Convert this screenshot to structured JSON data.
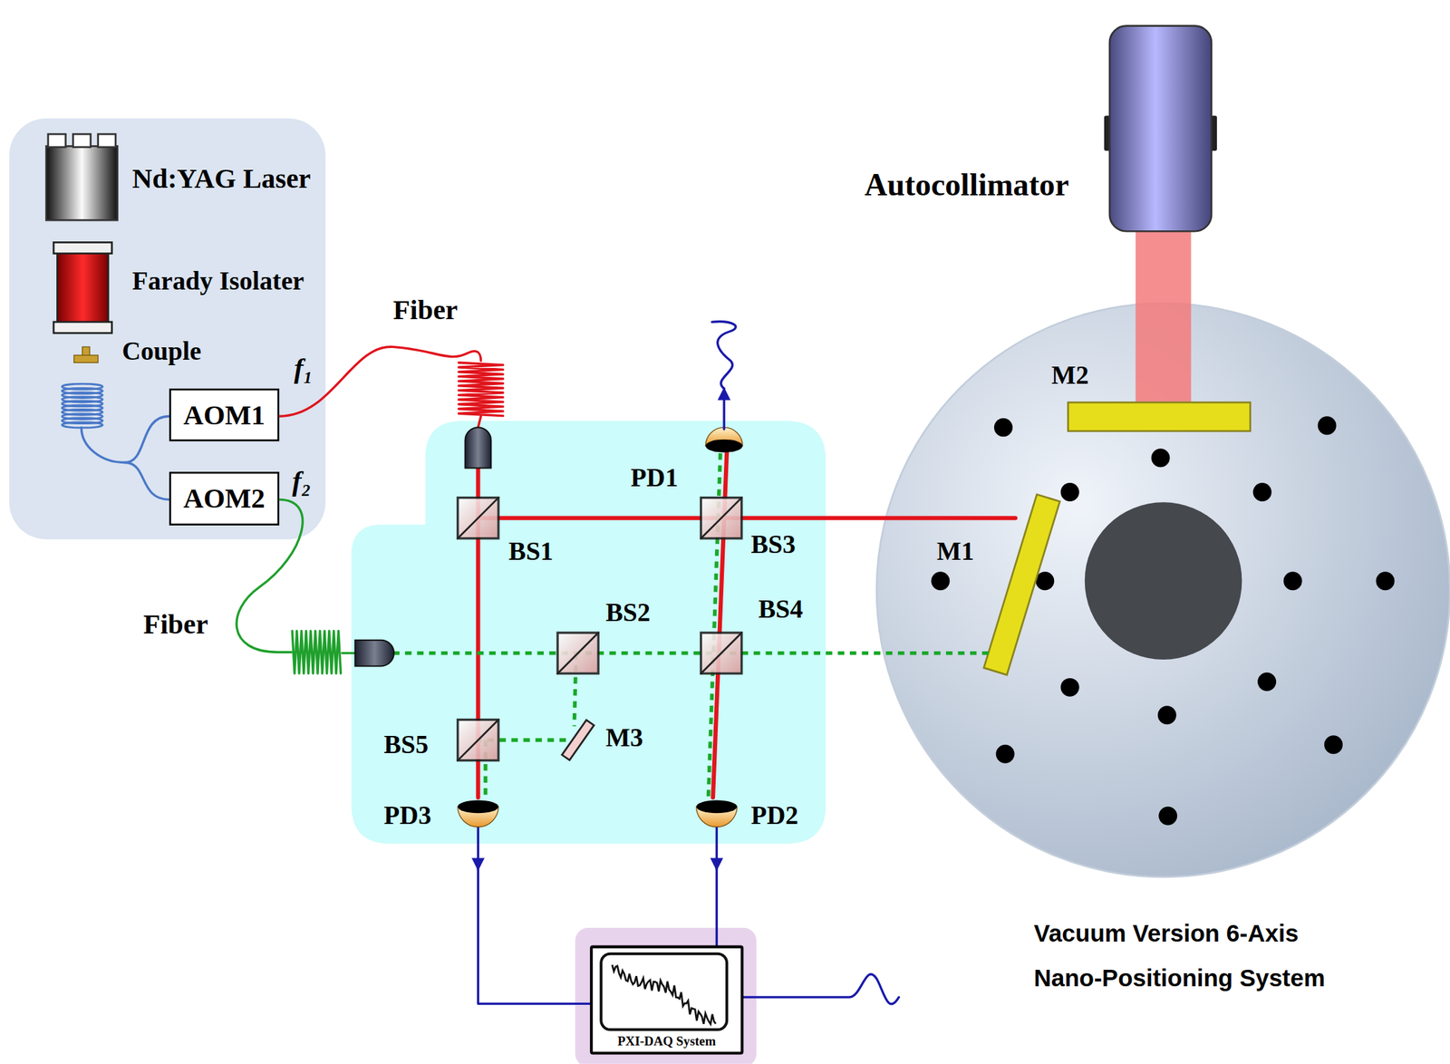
{
  "diagram": {
    "nodes": [
      {
        "text": [
          "Nd:YAG Laser",
          "Farady Isolater",
          "Couple"
        ]
      },
      {
        "text": [
          "AOM1"
        ],
        "in": 0
      },
      {
        "text": [
          "AOM2"
        ],
        "in": 0
      },
      {
        "text": [
          "PXI-DAQ System"
        ]
      }
    ],
    "labels": [
      "Fiber",
      "f₁",
      "f₂",
      "Fiber",
      "PD1",
      "BS1",
      "BS3",
      "BS2",
      "BS4",
      "BS5",
      "M3",
      "PD3",
      "PD2",
      "M1",
      "M2",
      "Autocollimator",
      "Vacuum Version 6-Axis Nano-Positioning System"
    ]
  }
}
